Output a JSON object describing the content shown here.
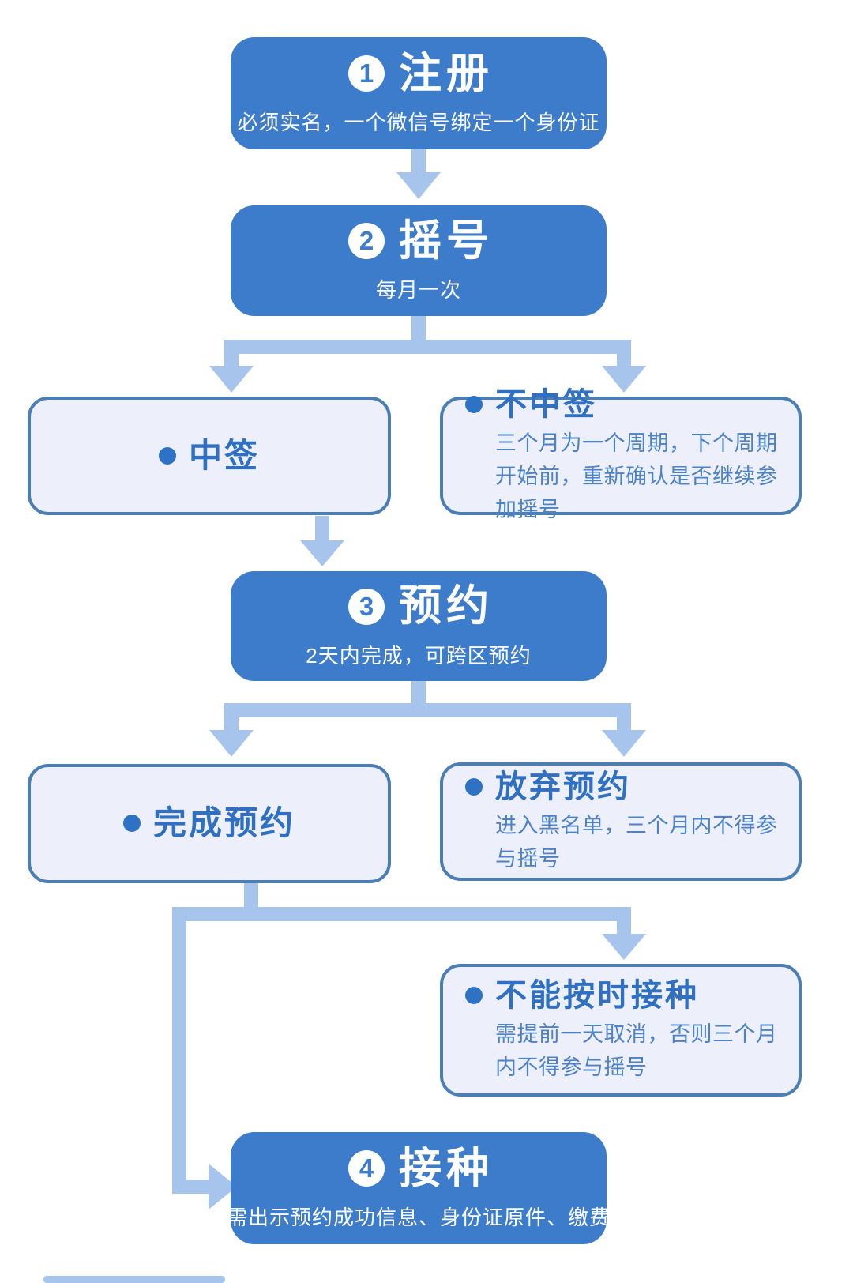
{
  "flow": {
    "steps": [
      {
        "badge": "1",
        "title": "注册",
        "subtitle": "必须实名，一个微信号绑定一个身份证"
      },
      {
        "badge": "2",
        "title": "摇号",
        "subtitle": "每月一次"
      },
      {
        "badge": "3",
        "title": "预约",
        "subtitle": "2天内完成，可跨区预约"
      },
      {
        "badge": "4",
        "title": "接种",
        "subtitle": "需出示预约成功信息、身份证原件、缴费"
      }
    ],
    "outcomes": [
      {
        "title": "中签"
      },
      {
        "title": "不中签",
        "desc": "三个月为一个周期，下个周期开始前，重新确认是否继续参加摇号"
      },
      {
        "title": "完成预约"
      },
      {
        "title": "放弃预约",
        "desc": "进入黑名单，三个月内不得参与摇号"
      },
      {
        "title": "不能按时接种",
        "desc": "需提前一天取消，否则三个月内不得参与摇号"
      }
    ],
    "colors": {
      "step_box": "#3d7cca",
      "outcome_fill": "#edf0fb",
      "outcome_border": "#4a7eb5",
      "connector": "#a6c4ec",
      "title_text": "#2f70c3",
      "desc_text": "#4c82c8",
      "step_text": "#ffffff"
    }
  }
}
